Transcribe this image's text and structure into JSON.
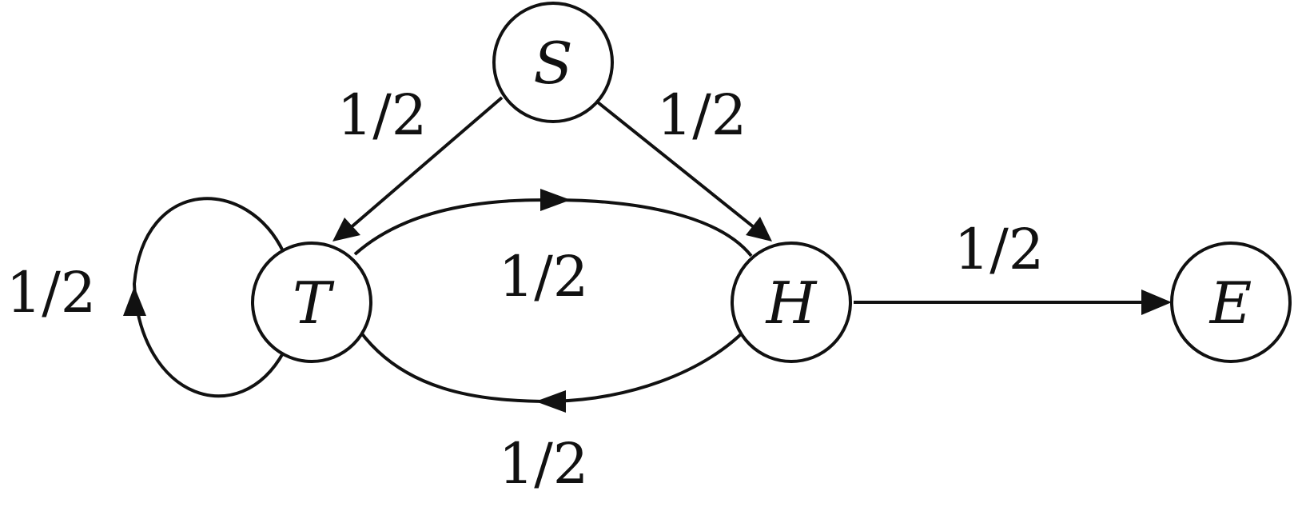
{
  "nodes": {
    "S": {
      "label": "S"
    },
    "T": {
      "label": "T"
    },
    "H": {
      "label": "H"
    },
    "E": {
      "label": "E"
    }
  },
  "edges": {
    "S_to_T": {
      "from": "S",
      "to": "T",
      "label": "1/2"
    },
    "S_to_H": {
      "from": "S",
      "to": "H",
      "label": "1/2"
    },
    "T_to_T": {
      "from": "T",
      "to": "T",
      "label": "1/2"
    },
    "T_to_H": {
      "from": "T",
      "to": "H",
      "label": "1/2"
    },
    "H_to_T": {
      "from": "H",
      "to": "T",
      "label": "1/2"
    },
    "H_to_E": {
      "from": "H",
      "to": "E",
      "label": "1/2"
    }
  },
  "colors": {
    "stroke": "#111111",
    "background": "#ffffff"
  }
}
